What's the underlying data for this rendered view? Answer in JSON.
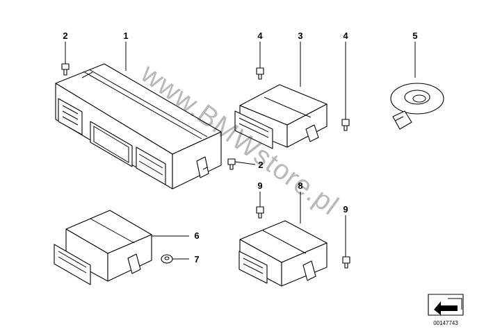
{
  "watermark": "www.BMWstore.pl",
  "diagram_number": "00147743",
  "labels": {
    "p1": "1",
    "p2a": "2",
    "p2b": "2",
    "p3": "3",
    "p4a": "4",
    "p4b": "4",
    "p5": "5",
    "p6": "6",
    "p7": "7",
    "p8": "8",
    "p9a": "9",
    "p9b": "9"
  }
}
